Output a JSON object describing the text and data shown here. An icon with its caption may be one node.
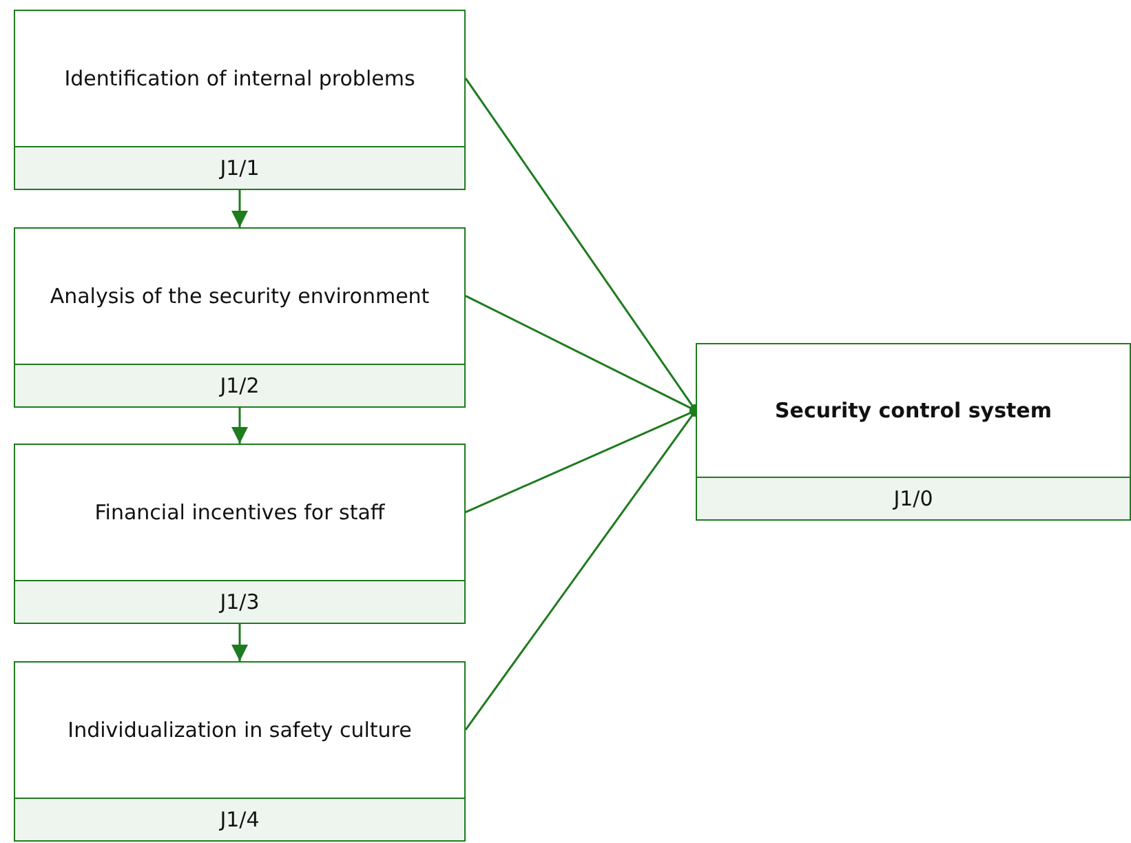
{
  "diagram": {
    "nodes": [
      {
        "text": [
          "Identification of internal problems",
          "J1/1"
        ]
      },
      {
        "text": [
          "Analysis of the security environment",
          "J1/2"
        ]
      },
      {
        "text": [
          "Financial incentives for staff",
          "J1/3"
        ]
      },
      {
        "text": [
          "Individualization in safety culture",
          "J1/4"
        ]
      },
      {
        "text": [
          "Security control system",
          "J1/0"
        ]
      }
    ],
    "edges": [
      {
        "from": 0,
        "to": 1,
        "arrow": "to"
      },
      {
        "from": 1,
        "to": 2,
        "arrow": "to"
      },
      {
        "from": 2,
        "to": 3,
        "arrow": "to"
      },
      {
        "from": 0,
        "to": 4,
        "arrow": "other"
      },
      {
        "from": 1,
        "to": 4,
        "arrow": "other"
      },
      {
        "from": 2,
        "to": 4,
        "arrow": "other"
      },
      {
        "from": 3,
        "to": 4,
        "arrow": "other"
      }
    ]
  }
}
